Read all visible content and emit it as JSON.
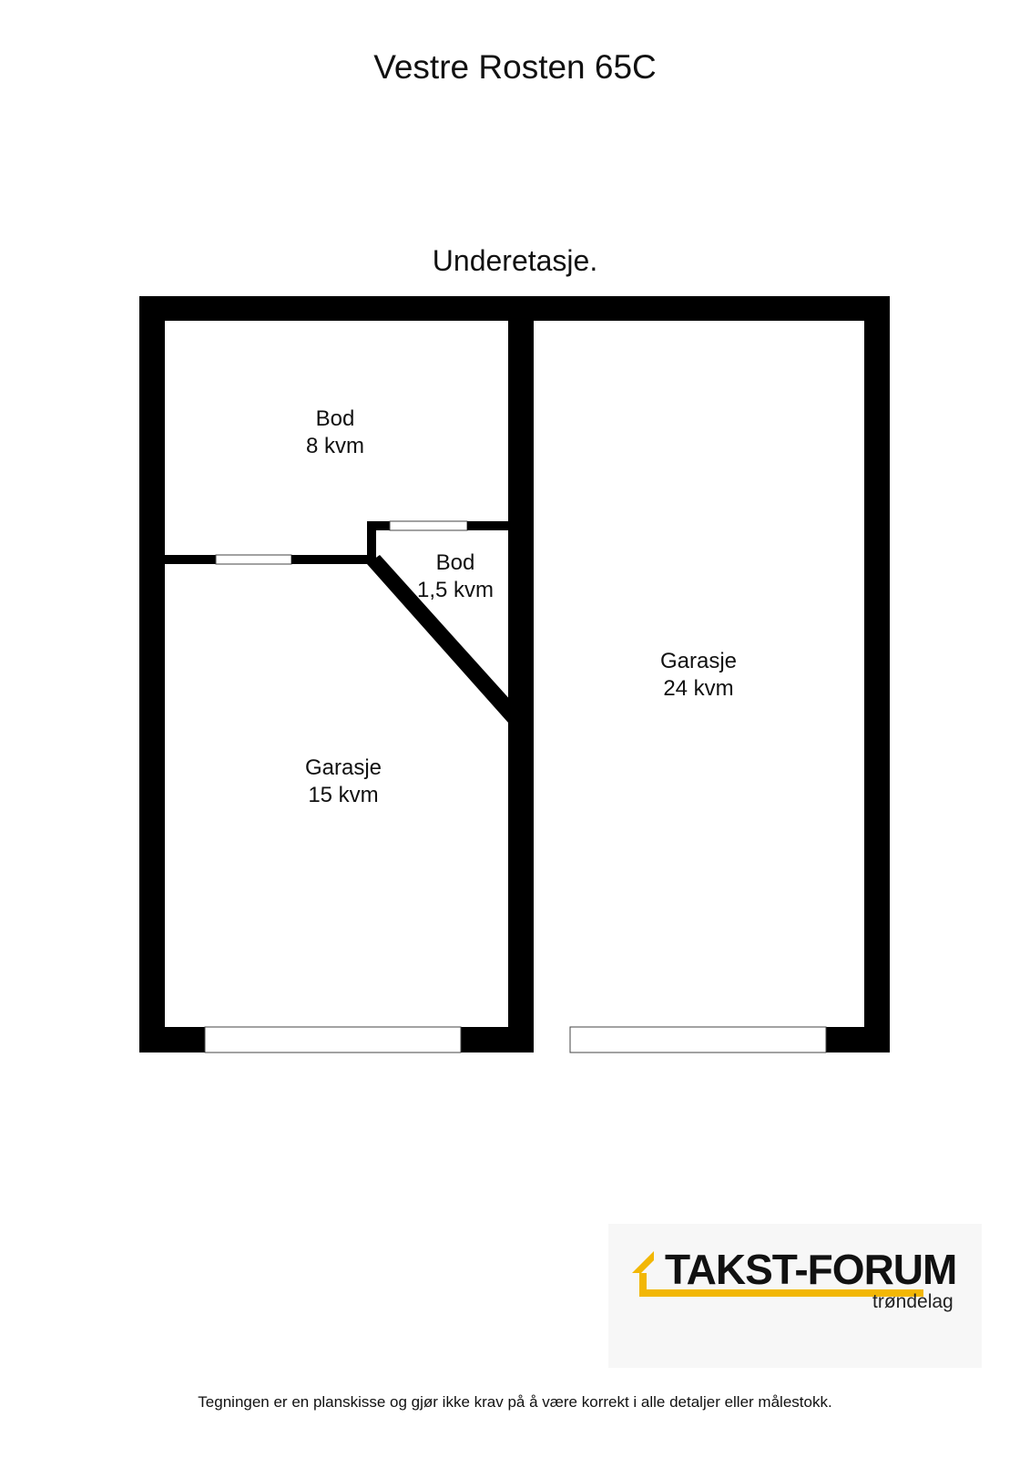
{
  "title": "Vestre Rosten 65C",
  "floor_label": "Underetasje.",
  "rooms": [
    {
      "name": "Bod",
      "area": "8 kvm"
    },
    {
      "name": "Bod",
      "area": "1,5 kvm"
    },
    {
      "name": "Garasje",
      "area": "15 kvm"
    },
    {
      "name": "Garasje",
      "area": "24 kvm"
    }
  ],
  "logo": {
    "name": "TAKST-FORUM",
    "subtitle": "trøndelag",
    "accent_color": "#f2b705"
  },
  "disclaimer": "Tegningen er en planskisse og gjør ikke krav på å være korrekt i alle detaljer eller målestokk.",
  "colors": {
    "wall": "#000000",
    "background": "#ffffff"
  }
}
